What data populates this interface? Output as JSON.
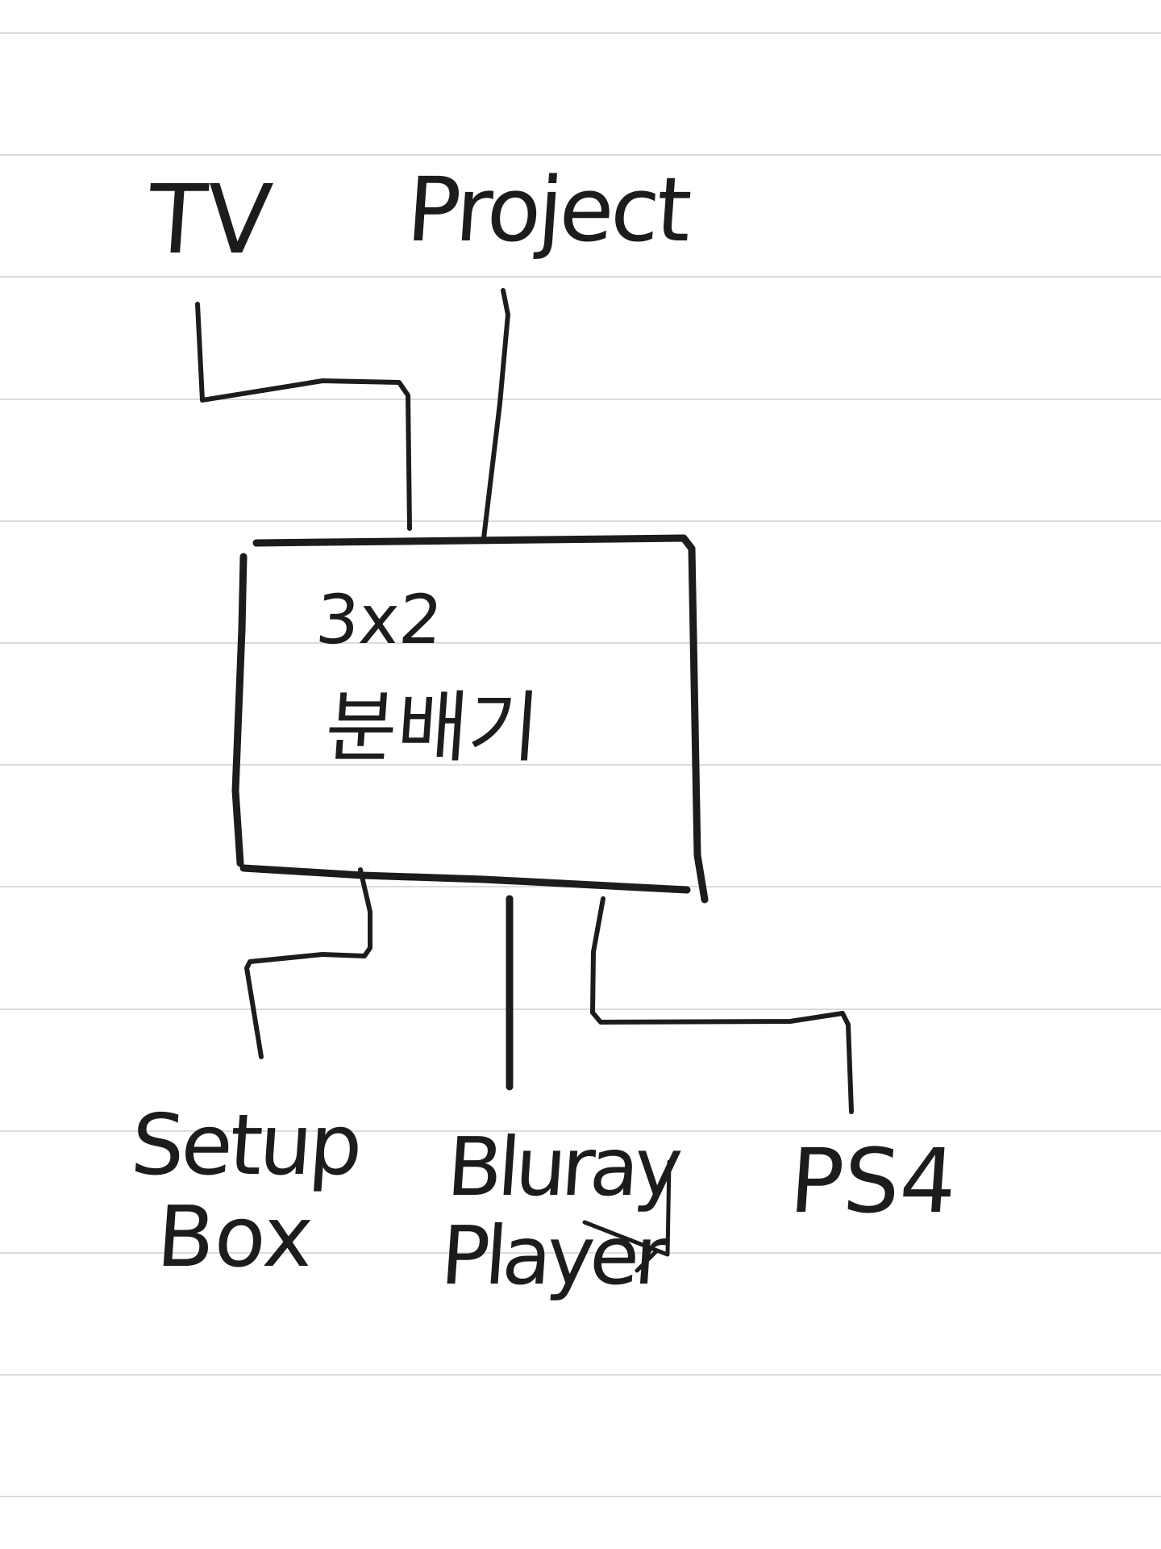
{
  "diagram": {
    "inputs": [
      {
        "label": "TV"
      },
      {
        "label": "Project"
      }
    ],
    "device": {
      "line1": "3x2",
      "line2": "분배기"
    },
    "outputs": [
      {
        "label_line1": "Setup",
        "label_line2": "Box"
      },
      {
        "label_line1": "Bluray",
        "label_line2": "Player"
      },
      {
        "label_line1": "PS4",
        "label_line2": ""
      }
    ],
    "ink_color": "#1c1c1c",
    "rule_color": "#dcdcdc"
  }
}
